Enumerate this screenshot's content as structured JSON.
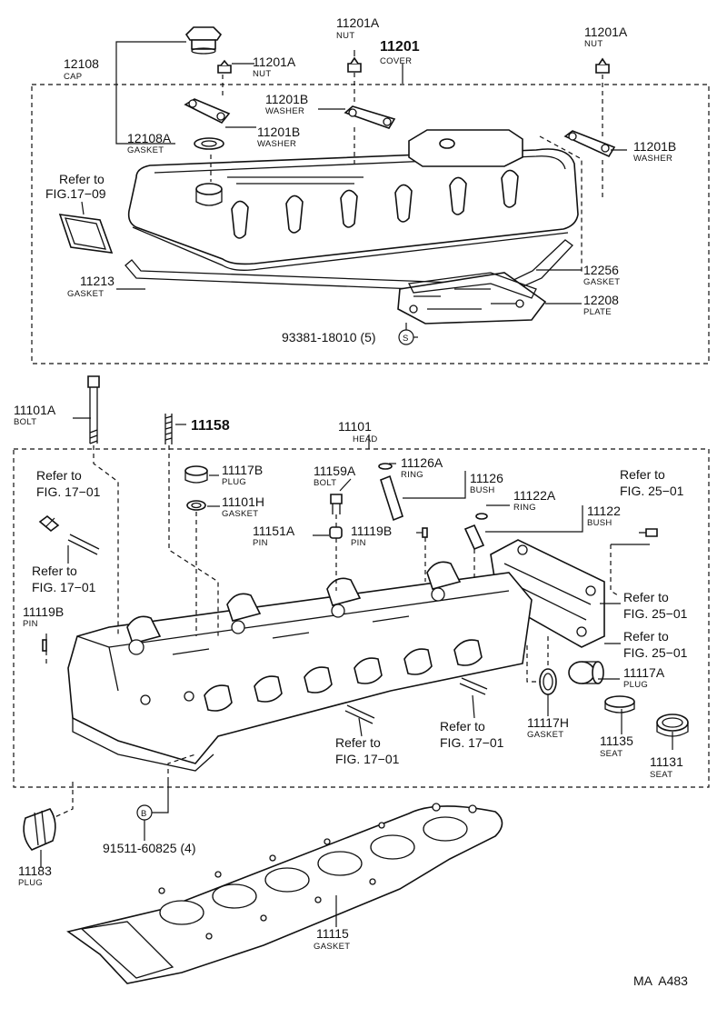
{
  "labels": {
    "l12108": "12108",
    "l12108_sub": "CAP",
    "l11201A_a": "11201A",
    "l11201A_a_sub": "NUT",
    "l11201A_b": "11201A",
    "l11201A_b_sub": "NUT",
    "l11201": "11201",
    "l11201_sub": "COVER",
    "l11201A_c": "11201A",
    "l11201A_c_sub": "NUT",
    "l11201B_a": "11201B",
    "l11201B_a_sub": "WASHER",
    "l12108A": "12108A",
    "l12108A_sub": "GASKET",
    "l11201B_b": "11201B",
    "l11201B_b_sub": "WASHER",
    "l11201B_c": "11201B",
    "l11201B_c_sub": "WASHER",
    "ref_1709_a": "Refer to",
    "ref_1709_b": "FIG.17−09",
    "l11213": "11213",
    "l11213_sub": "GASKET",
    "l12256": "12256",
    "l12256_sub": "GASKET",
    "l12208": "12208",
    "l12208_sub": "PLATE",
    "l93381": "93381-18010 (5)",
    "sym_s": "S",
    "l11101A": "11101A",
    "l11101A_sub": "BOLT",
    "l11158": "11158",
    "l11101": "11101",
    "l11101_sub": "HEAD",
    "ref_1701_a1": "Refer to",
    "ref_1701_a2": "FIG. 17−01",
    "l11117B": "11117B",
    "l11117B_sub": "PLUG",
    "l11159A": "11159A",
    "l11159A_sub": "BOLT",
    "l11126A": "11126A",
    "l11126A_sub": "RING",
    "l11126": "11126",
    "l11126_sub": "BUSH",
    "ref_2501_a1": "Refer to",
    "ref_2501_a2": "FIG. 25−01",
    "l11101H": "11101H",
    "l11101H_sub": "GASKET",
    "l11122A": "11122A",
    "l11122A_sub": "RING",
    "l11122": "11122",
    "l11122_sub": "BUSH",
    "l11151A": "11151A",
    "l11151A_sub": "PIN",
    "l11119B_a": "11119B",
    "l11119B_a_sub": "PIN",
    "ref_1701_b1": "Refer to",
    "ref_1701_b2": "FIG. 17−01",
    "l11119B_b": "11119B",
    "l11119B_b_sub": "PIN",
    "ref_2501_b1": "Refer to",
    "ref_2501_b2": "FIG. 25−01",
    "ref_2501_c1": "Refer to",
    "ref_2501_c2": "FIG. 25−01",
    "l11117A": "11117A",
    "l11117A_sub": "PLUG",
    "ref_1701_c1": "Refer to",
    "ref_1701_c2": "FIG. 17−01",
    "ref_1701_d1": "Refer to",
    "ref_1701_d2": "FIG. 17−01",
    "l11117H": "11117H",
    "l11117H_sub": "GASKET",
    "l11135": "11135",
    "l11135_sub": "SEAT",
    "l11131": "11131",
    "l11131_sub": "SEAT",
    "l11183": "11183",
    "l11183_sub": "PLUG",
    "sym_b": "B",
    "l91511": "91511-60825 (4)",
    "l11115": "11115",
    "l11115_sub": "GASKET",
    "code": "MA  A483"
  }
}
